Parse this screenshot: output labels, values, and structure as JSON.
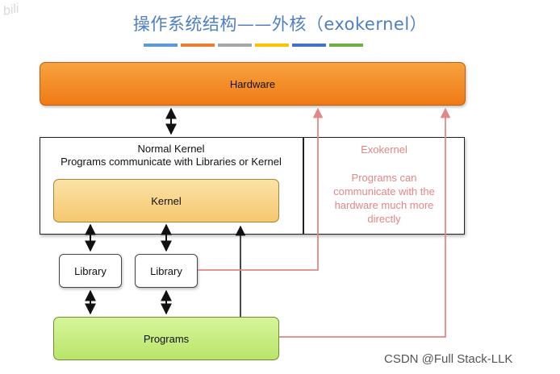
{
  "title": "操作系统结构——外核（exokernel）",
  "title_bar_colors": [
    "#5b9bd5",
    "#ed7d31",
    "#a5a5a5",
    "#ffc000",
    "#4472c4",
    "#70ad47"
  ],
  "watermark": "bili",
  "nodes": {
    "hardware": "Hardware",
    "normal_kernel_line1": "Normal Kernel",
    "normal_kernel_line2": "Programs communicate with Libraries or Kernel",
    "kernel": "Kernel",
    "exokernel_title": "Exokernel",
    "exokernel_desc_1": "Programs can",
    "exokernel_desc_2": "communicate with the",
    "exokernel_desc_3": "hardware much more",
    "exokernel_desc_4": "directly",
    "library_1": "Library",
    "library_2": "Library",
    "programs": "Programs"
  },
  "edges": [
    {
      "from": "normal-kernel",
      "to": "hardware",
      "style": "bidirectional",
      "color": "#111111"
    },
    {
      "from": "normal-kernel",
      "to": "library-1",
      "style": "bidirectional",
      "color": "#111111"
    },
    {
      "from": "normal-kernel",
      "to": "library-2",
      "style": "bidirectional",
      "color": "#111111"
    },
    {
      "from": "library-1",
      "to": "programs",
      "style": "bidirectional",
      "color": "#111111"
    },
    {
      "from": "library-2",
      "to": "programs",
      "style": "bidirectional",
      "color": "#111111"
    },
    {
      "from": "programs",
      "to": "kernel",
      "style": "directed",
      "color": "#333333"
    },
    {
      "from": "library-2",
      "to": "hardware",
      "style": "directed",
      "color": "#e28686"
    },
    {
      "from": "programs",
      "to": "hardware",
      "style": "directed",
      "color": "#e28686"
    }
  ],
  "credit": "CSDN @Full Stack-LLK"
}
